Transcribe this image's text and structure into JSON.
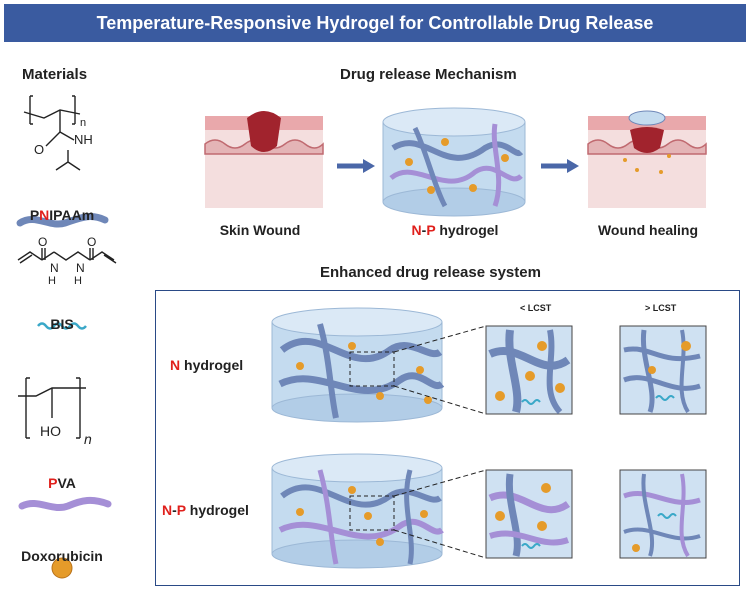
{
  "title": "Temperature-Responsive Hydrogel for Controllable Drug Release",
  "materials": {
    "heading": "Materials",
    "pnipaam": {
      "name_prefix": "P",
      "name_highlight": "N",
      "name_suffix": "IPAAm",
      "subscript": "n",
      "nh": "NH",
      "o": "O"
    },
    "bis": {
      "name": "BIS",
      "nh1": "N",
      "h1": "H",
      "nh2": "N",
      "h2": "H",
      "o1": "O",
      "o2": "O"
    },
    "pva": {
      "name_highlight": "P",
      "name_suffix": "VA",
      "ho": "HO",
      "subscript": "n"
    },
    "doxorubicin": {
      "name": "Doxorubicin"
    }
  },
  "mechanism": {
    "heading": "Drug release Mechanism",
    "step1": "Skin Wound",
    "step2_a": "N",
    "step2_dash": "-",
    "step2_b": "P",
    "step2_c": " hydrogel",
    "step3": "Wound healing"
  },
  "enhanced": {
    "heading": "Enhanced drug release system",
    "lt_lcst": "< LCST",
    "gt_lcst": "> LCST",
    "n_label_a": "N",
    "n_label_b": " hydrogel",
    "np_label_a": "N",
    "np_label_dash": "-",
    "np_label_b": "P",
    "np_label_c": " hydrogel"
  },
  "colors": {
    "title_bg": "#3a5ba0",
    "accent_red": "#e0201c",
    "pnipaam_chain": "#6f87b8",
    "bis_chain": "#3aa8c8",
    "pva_chain": "#a58fd6",
    "drug": "#e59b2a",
    "gel": "#b8d3ec",
    "arrow": "#4a67a8"
  }
}
